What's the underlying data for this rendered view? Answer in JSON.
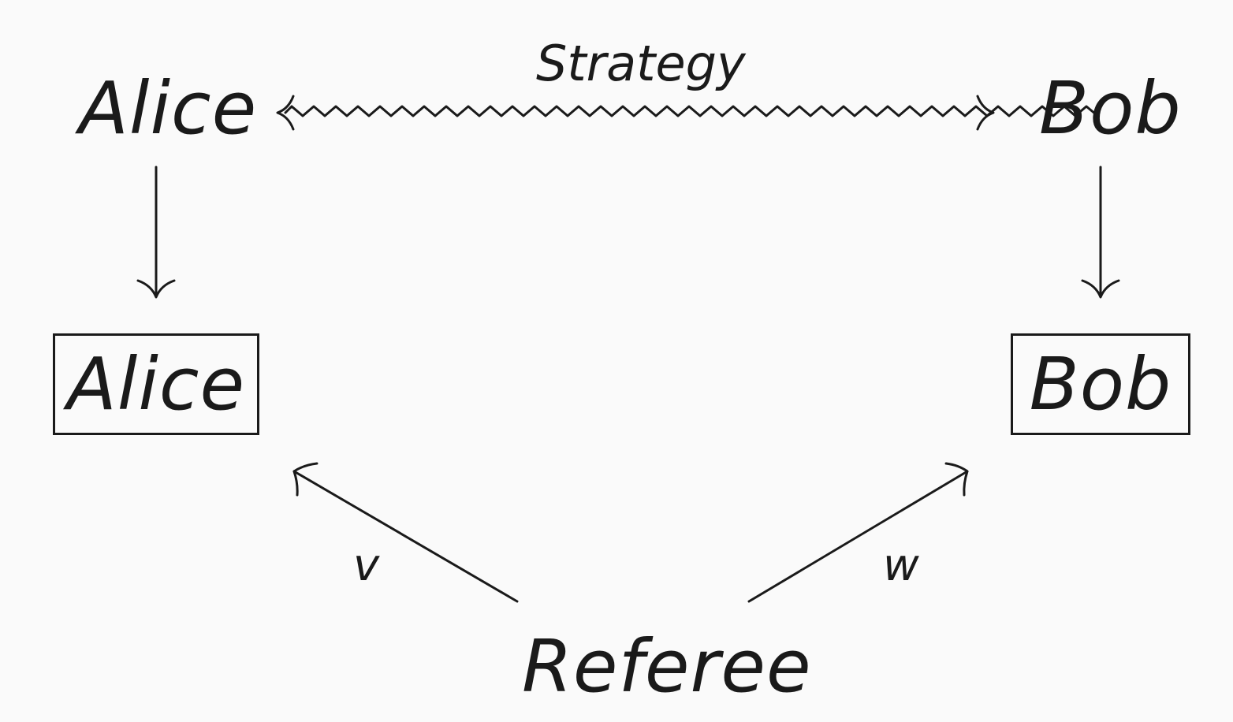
{
  "diagram": {
    "top_left_node": "Alice",
    "top_right_node": "Bob",
    "box_left": "Alice",
    "box_right": "Bob",
    "bottom_node": "Referee",
    "strategy_label": "Strategy",
    "left_edge_label": "v",
    "right_edge_label": "w"
  },
  "colors": {
    "ink": "#1a1a1a",
    "background": "#fafafa"
  }
}
